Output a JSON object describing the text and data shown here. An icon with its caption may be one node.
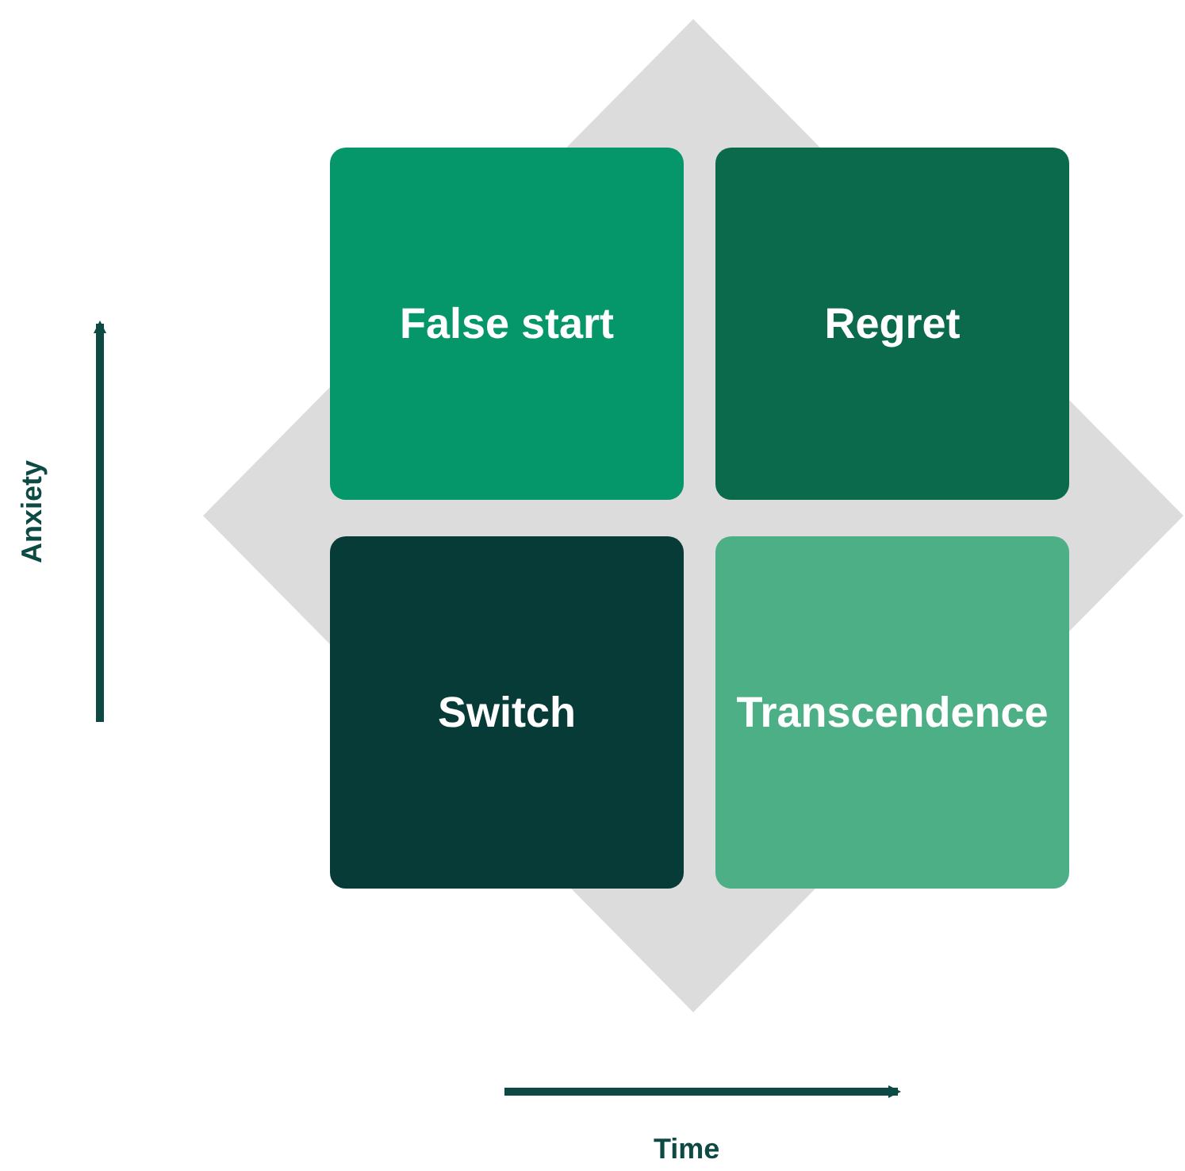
{
  "diagram": {
    "nodes": [
      {
        "text": [
          "False start"
        ]
      },
      {
        "text": [
          "Regret"
        ]
      },
      {
        "text": [
          "Switch"
        ]
      },
      {
        "text": [
          "Transcendence"
        ]
      }
    ],
    "labels": [
      "Anxiety",
      "Time"
    ]
  }
}
